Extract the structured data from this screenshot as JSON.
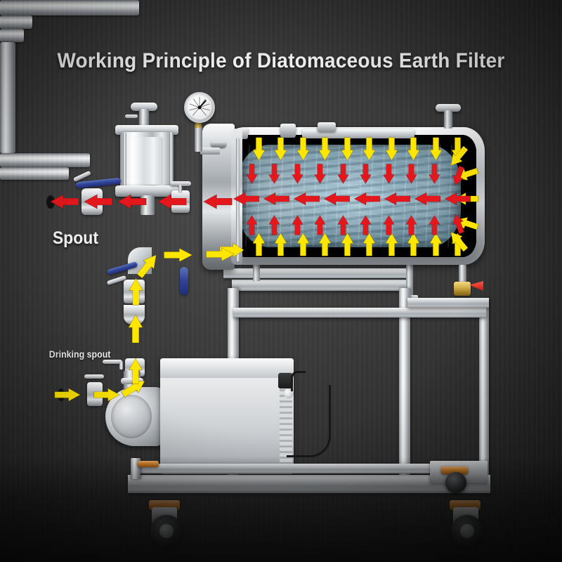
{
  "title": "Working Principle of Diatomaceous Earth Filter",
  "labels": {
    "spout": "Spout",
    "drinking_spout": "Drinking spout"
  },
  "colors": {
    "background_dark": "#303030",
    "title_text": "#f2f2f2",
    "flow_in_arrow": "#ffe600",
    "flow_out_arrow": "#e3171c",
    "filter_cake": "#7fb0c8",
    "brass_valve": "#d7b44f",
    "valve_handle_red": "#cc1f12",
    "handle_blue": "#33459a",
    "caster_orange": "#e08a2c"
  },
  "equipment": {
    "name": "Diatomaceous Earth Filter",
    "parts": [
      {
        "name": "pressure-gauge",
        "label": ""
      },
      {
        "name": "sight-glass-vessel",
        "label": ""
      },
      {
        "name": "filter-tank",
        "label": ""
      },
      {
        "name": "filter-cake-medium",
        "label": ""
      },
      {
        "name": "tank-door-hinge",
        "label": ""
      },
      {
        "name": "vent-valve",
        "label": ""
      },
      {
        "name": "drain-valve-brass",
        "label": ""
      },
      {
        "name": "sanitary-butterfly-valve",
        "label": ""
      },
      {
        "name": "centrifugal-pump",
        "label": ""
      },
      {
        "name": "electric-motor",
        "label": ""
      },
      {
        "name": "cart-frame",
        "label": ""
      },
      {
        "name": "caster-wheel",
        "label": ""
      }
    ]
  },
  "flow": {
    "inlet": {
      "arrow_color": "#ffe600",
      "direction": "into-filter",
      "description_label": ""
    },
    "outlet": {
      "arrow_color": "#e3171c",
      "direction": "out-of-filter",
      "description_label": ""
    },
    "inlet_arrow_count": 44,
    "outlet_arrow_count": 30
  },
  "gauge": {
    "needle_angle_deg": 43
  }
}
